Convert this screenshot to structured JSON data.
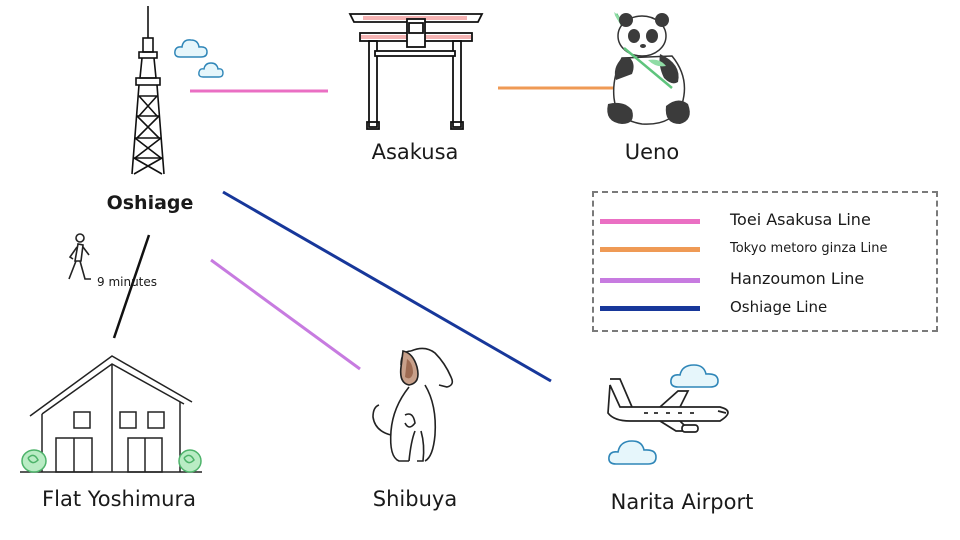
{
  "stations": {
    "oshiage": "Oshiage",
    "asakusa": "Asakusa",
    "ueno": "Ueno",
    "flat": "Flat Yoshimura",
    "shibuya": "Shibuya",
    "narita": "Narita Airport"
  },
  "walk": {
    "time": "9 minutes"
  },
  "legend": [
    {
      "label": "Toei Asakusa Line",
      "color": "#ea6fc3"
    },
    {
      "label": "Tokyo metoro ginza Line",
      "color": "#ef9a55"
    },
    {
      "label": "Hanzoumon Line",
      "color": "#c77be0"
    },
    {
      "label": "Oshiage Line",
      "color": "#17379a"
    }
  ],
  "icons": [
    "skytree-icon",
    "torii-gate-icon",
    "panda-icon",
    "walking-person-icon",
    "house-icon",
    "dog-icon",
    "airplane-icon",
    "cloud-icon"
  ]
}
